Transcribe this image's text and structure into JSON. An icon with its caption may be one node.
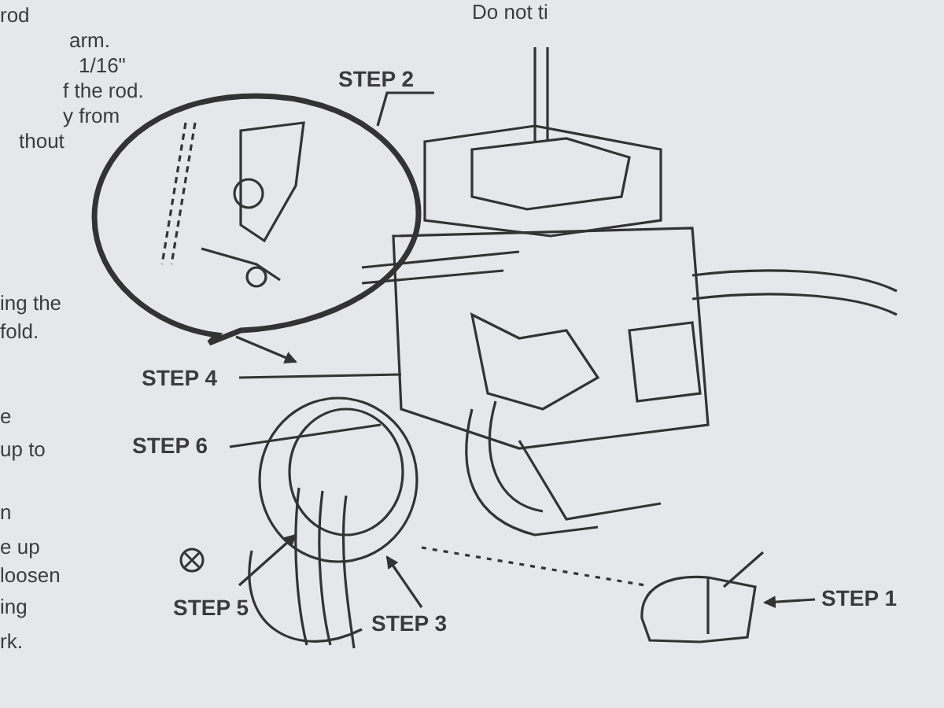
{
  "diagram": {
    "nodes": [
      {
        "text": [
          "STEP 2"
        ]
      },
      {
        "text": [],
        "shape": "picture"
      },
      {
        "text": [
          "STEP 4"
        ]
      },
      {
        "text": [
          "STEP 6"
        ]
      },
      {
        "text": [
          "STEP 5"
        ]
      },
      {
        "text": [
          "STEP 3"
        ]
      },
      {
        "text": [
          "STEP 1"
        ]
      },
      {
        "text": [],
        "shape": "picture"
      }
    ],
    "edges": [
      {
        "from": 0,
        "to": 1,
        "arrow": "none"
      },
      {
        "from": 1,
        "to": null,
        "arrow": "to"
      },
      {
        "from": 2,
        "to": null,
        "arrow": "none"
      },
      {
        "from": 3,
        "to": null,
        "arrow": "none"
      },
      {
        "from": 4,
        "to": null,
        "arrow": "to"
      },
      {
        "from": 5,
        "to": null,
        "arrow": "to"
      },
      {
        "from": 6,
        "to": 7,
        "arrow": "to"
      }
    ],
    "labels": [
      "rod",
      "arm.",
      "1/16\"",
      "f the rod.",
      "y from",
      "thout",
      "Do not ti",
      "ing the",
      "fold.",
      "e",
      "up to",
      "n",
      "e up",
      "loosen",
      "ing",
      "rk."
    ]
  }
}
